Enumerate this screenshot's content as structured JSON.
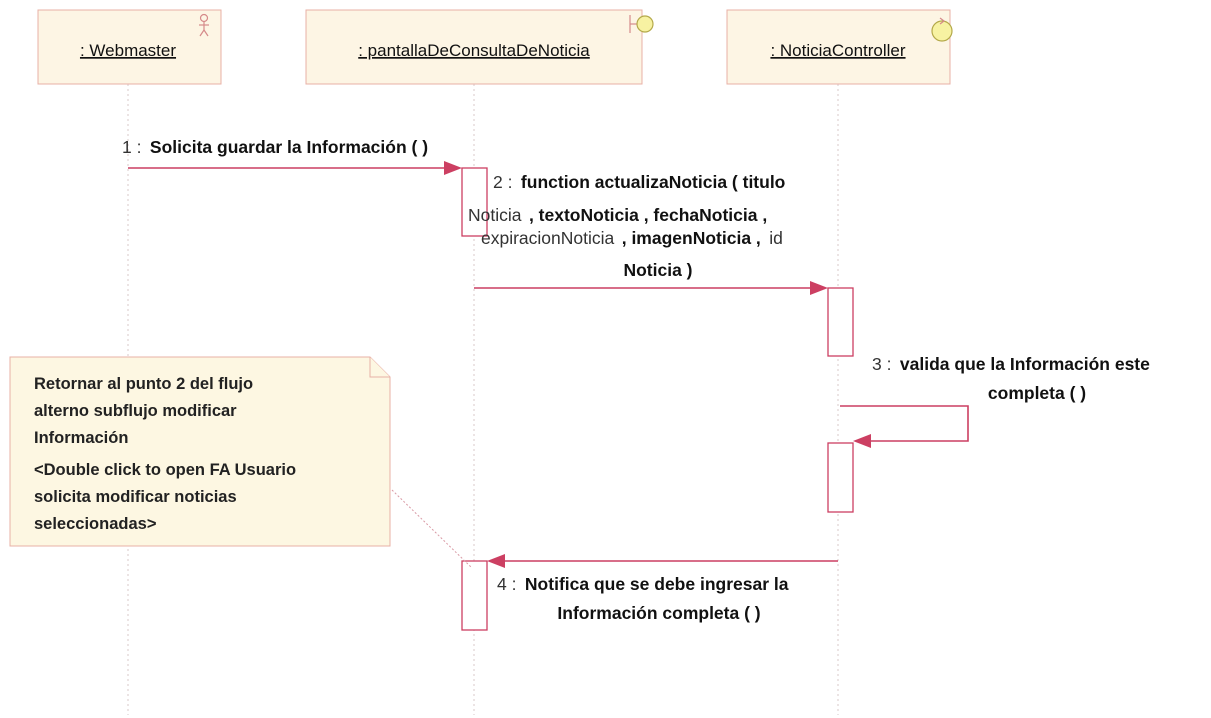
{
  "lifelines": [
    {
      "name": ": Webmaster",
      "icon": "actor-icon"
    },
    {
      "name": ": pantallaDeConsultaDeNoticia",
      "icon": "boundary-icon"
    },
    {
      "name": ": NoticiaController",
      "icon": "control-icon"
    }
  ],
  "messages": {
    "m1": {
      "num": "1 :",
      "text": "Solicita guardar la Información (  )"
    },
    "m2": {
      "line1_num": "2 :",
      "line1_text": "function actualizaNoticia ( titulo",
      "line2_a": "Noticia",
      "line2_b": ", textoNoticia , fechaNoticia ,",
      "line3_a": "expiracionNoticia",
      "line3_b": ", imagenNoticia ,",
      "line3_c": "id",
      "line4": "Noticia )"
    },
    "m3": {
      "line1_num": "3 :",
      "line1_text": "valida que la Información este",
      "line2": "completa (  )"
    },
    "m4": {
      "line1_num": "4 :",
      "line1_text": "Notifica que se debe ingresar la",
      "line2": "Información completa (  )"
    }
  },
  "note": {
    "lines": [
      "Retornar al punto 2 del flujo",
      "alterno subflujo modificar",
      "Información",
      "<Double click to open FA Usuario",
      "solicita modificar noticias",
      "seleccionadas>"
    ]
  },
  "colors": {
    "message": "#cc3f62",
    "lifeline_fill": "#fdf5e4",
    "note_fill": "#fdf7e2"
  }
}
